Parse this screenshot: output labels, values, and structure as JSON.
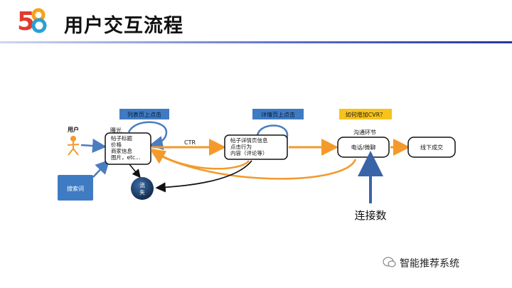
{
  "header": {
    "logo_text": "58",
    "title": "用户交互流程"
  },
  "colors": {
    "logo_five": "#e23b2e",
    "logo_eight_left": "#f6a21b",
    "logo_eight_right": "#2a9fd6",
    "blue_arrow": "#4a7cc0",
    "orange_arrow": "#f39a2b",
    "label_blue": "#3f7bc3",
    "label_yellow": "#f7c21b",
    "user_orange": "#f39a2b",
    "dark_node": "#1c3a63"
  },
  "diagram": {
    "user_label": "用户",
    "search_label": "搜索词",
    "label_list_click": "列表页上点击",
    "label_detail_click": "详情页上点击",
    "label_cvr": "如何增加CVR？",
    "exposure_label": "曝光",
    "box1_lines": [
      "帖子标题",
      "价格",
      "商家信息",
      "图片，etc..."
    ],
    "ctr_label": "CTR",
    "box2_lines": [
      "帖子详情页信息",
      "点击行为",
      "内容（评论等）"
    ],
    "comm_label": "沟通环节",
    "phone_label": "电话/微聊",
    "offline_label": "线下成交",
    "churn_label": "流失",
    "connect_label": "连接数"
  },
  "watermark": {
    "text": "智能推荐系统"
  }
}
